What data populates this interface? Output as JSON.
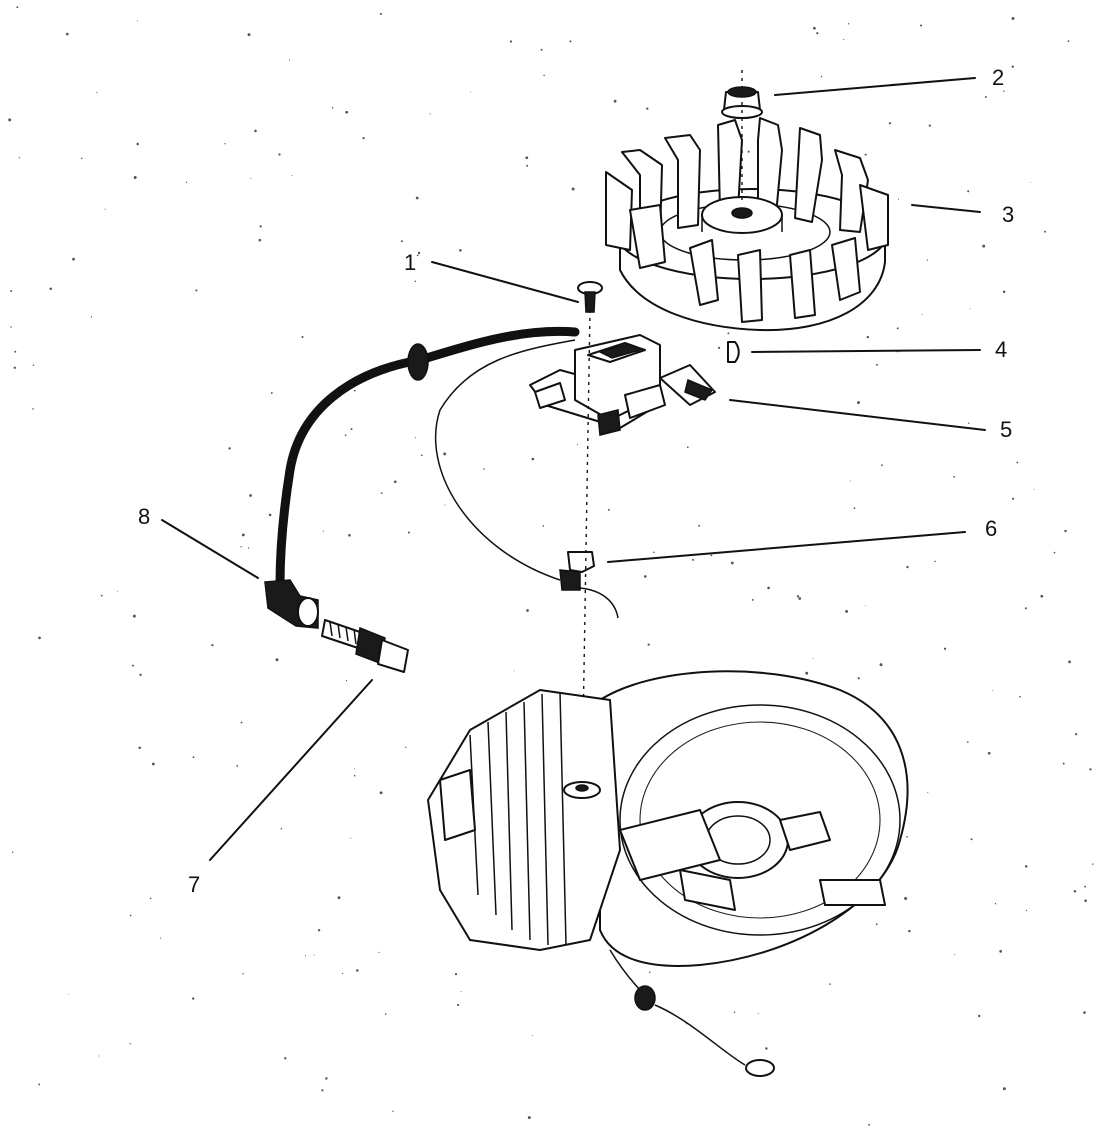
{
  "diagram": {
    "type": "exploded-parts-diagram",
    "callouts": [
      {
        "id": "1",
        "label": "1"
      },
      {
        "id": "2",
        "label": "2"
      },
      {
        "id": "3",
        "label": "3"
      },
      {
        "id": "4",
        "label": "4"
      },
      {
        "id": "5",
        "label": "5"
      },
      {
        "id": "6",
        "label": "6"
      },
      {
        "id": "7",
        "label": "7"
      },
      {
        "id": "8",
        "label": "8"
      }
    ]
  }
}
